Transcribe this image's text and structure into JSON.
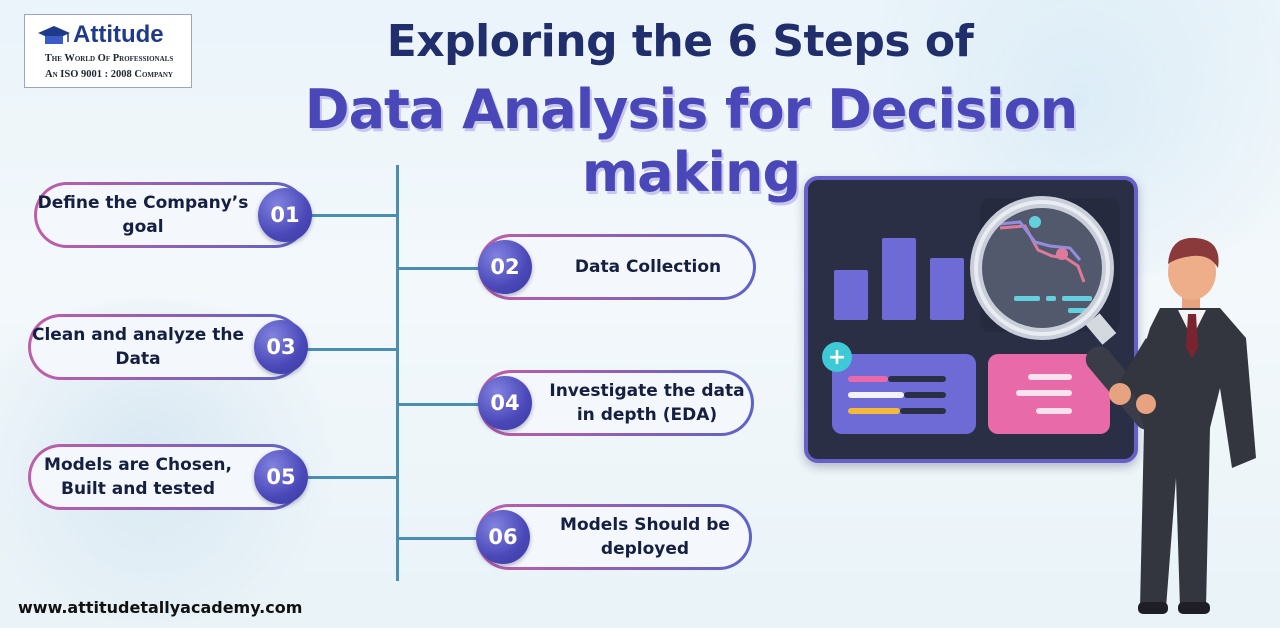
{
  "logo": {
    "brand": "Attitude",
    "tagline_1": "The World Of Professionals",
    "tagline_2": "An ISO 9001 : 2008 Company"
  },
  "title": {
    "line1": "Exploring the 6 Steps of",
    "line2": "Data Analysis for Decision making"
  },
  "steps": [
    {
      "number": "01",
      "text": "Define the Company’s goal"
    },
    {
      "number": "02",
      "text": "Data Collection"
    },
    {
      "number": "03",
      "text": "Clean and analyze the Data"
    },
    {
      "number": "04",
      "text": "Investigate the data in depth (EDA)"
    },
    {
      "number": "05",
      "text": "Models are Chosen, Built and tested"
    },
    {
      "number": "06",
      "text": "Models Should be deployed"
    }
  ],
  "website": "www.attitudetallyacademy.com",
  "colors": {
    "title_dark": "#202e6b",
    "title_accent": "#4a48b8",
    "pill_gradient_start": "#c05ea8",
    "pill_gradient_end": "#5d62c8",
    "badge": "#4a48b8",
    "timeline": "#4a8db5"
  },
  "illustration": {
    "icons": [
      "bar-chart-icon",
      "line-chart-icon",
      "magnifying-glass-icon",
      "plus-icon",
      "businessman-illustration"
    ]
  }
}
